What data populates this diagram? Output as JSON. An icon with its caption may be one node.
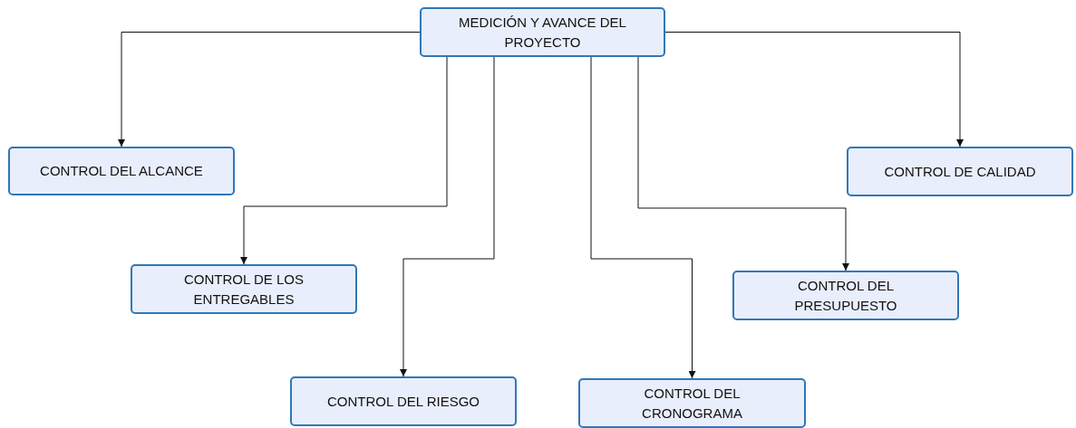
{
  "diagram": {
    "nodes": [
      {
        "text": [
          "MEDICIÓN Y AVANCE DEL PROYECTO"
        ]
      },
      {
        "text": [
          "CONTROL DEL ALCANCE"
        ]
      },
      {
        "text": [
          "CONTROL DE LOS ENTREGABLES"
        ]
      },
      {
        "text": [
          "CONTROL DEL RIESGO"
        ]
      },
      {
        "text": [
          "CONTROL DEL CRONOGRAMA"
        ]
      },
      {
        "text": [
          "CONTROL DEL PRESUPUESTO"
        ]
      },
      {
        "text": [
          "CONTROL DE CALIDAD"
        ]
      }
    ],
    "edges": [
      {
        "from": 0,
        "to": 1,
        "arrow": "to"
      },
      {
        "from": 0,
        "to": 2,
        "arrow": "to"
      },
      {
        "from": 0,
        "to": 3,
        "arrow": "to"
      },
      {
        "from": 0,
        "to": 4,
        "arrow": "to"
      },
      {
        "from": 0,
        "to": 5,
        "arrow": "to"
      },
      {
        "from": 0,
        "to": 6,
        "arrow": "to"
      }
    ]
  }
}
